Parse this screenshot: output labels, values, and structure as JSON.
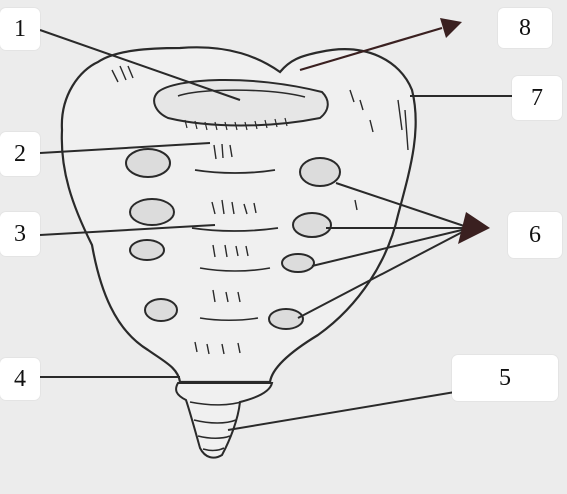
{
  "labels": {
    "l1": "1",
    "l2": "2",
    "l3": "3",
    "l4": "4",
    "l5": "5",
    "l6": "6",
    "l7": "7",
    "l8": "8"
  },
  "colors": {
    "background": "#ececec",
    "label_box": "#ffffff",
    "ink": "#2a2a2a",
    "arrow": "#3a2020"
  }
}
